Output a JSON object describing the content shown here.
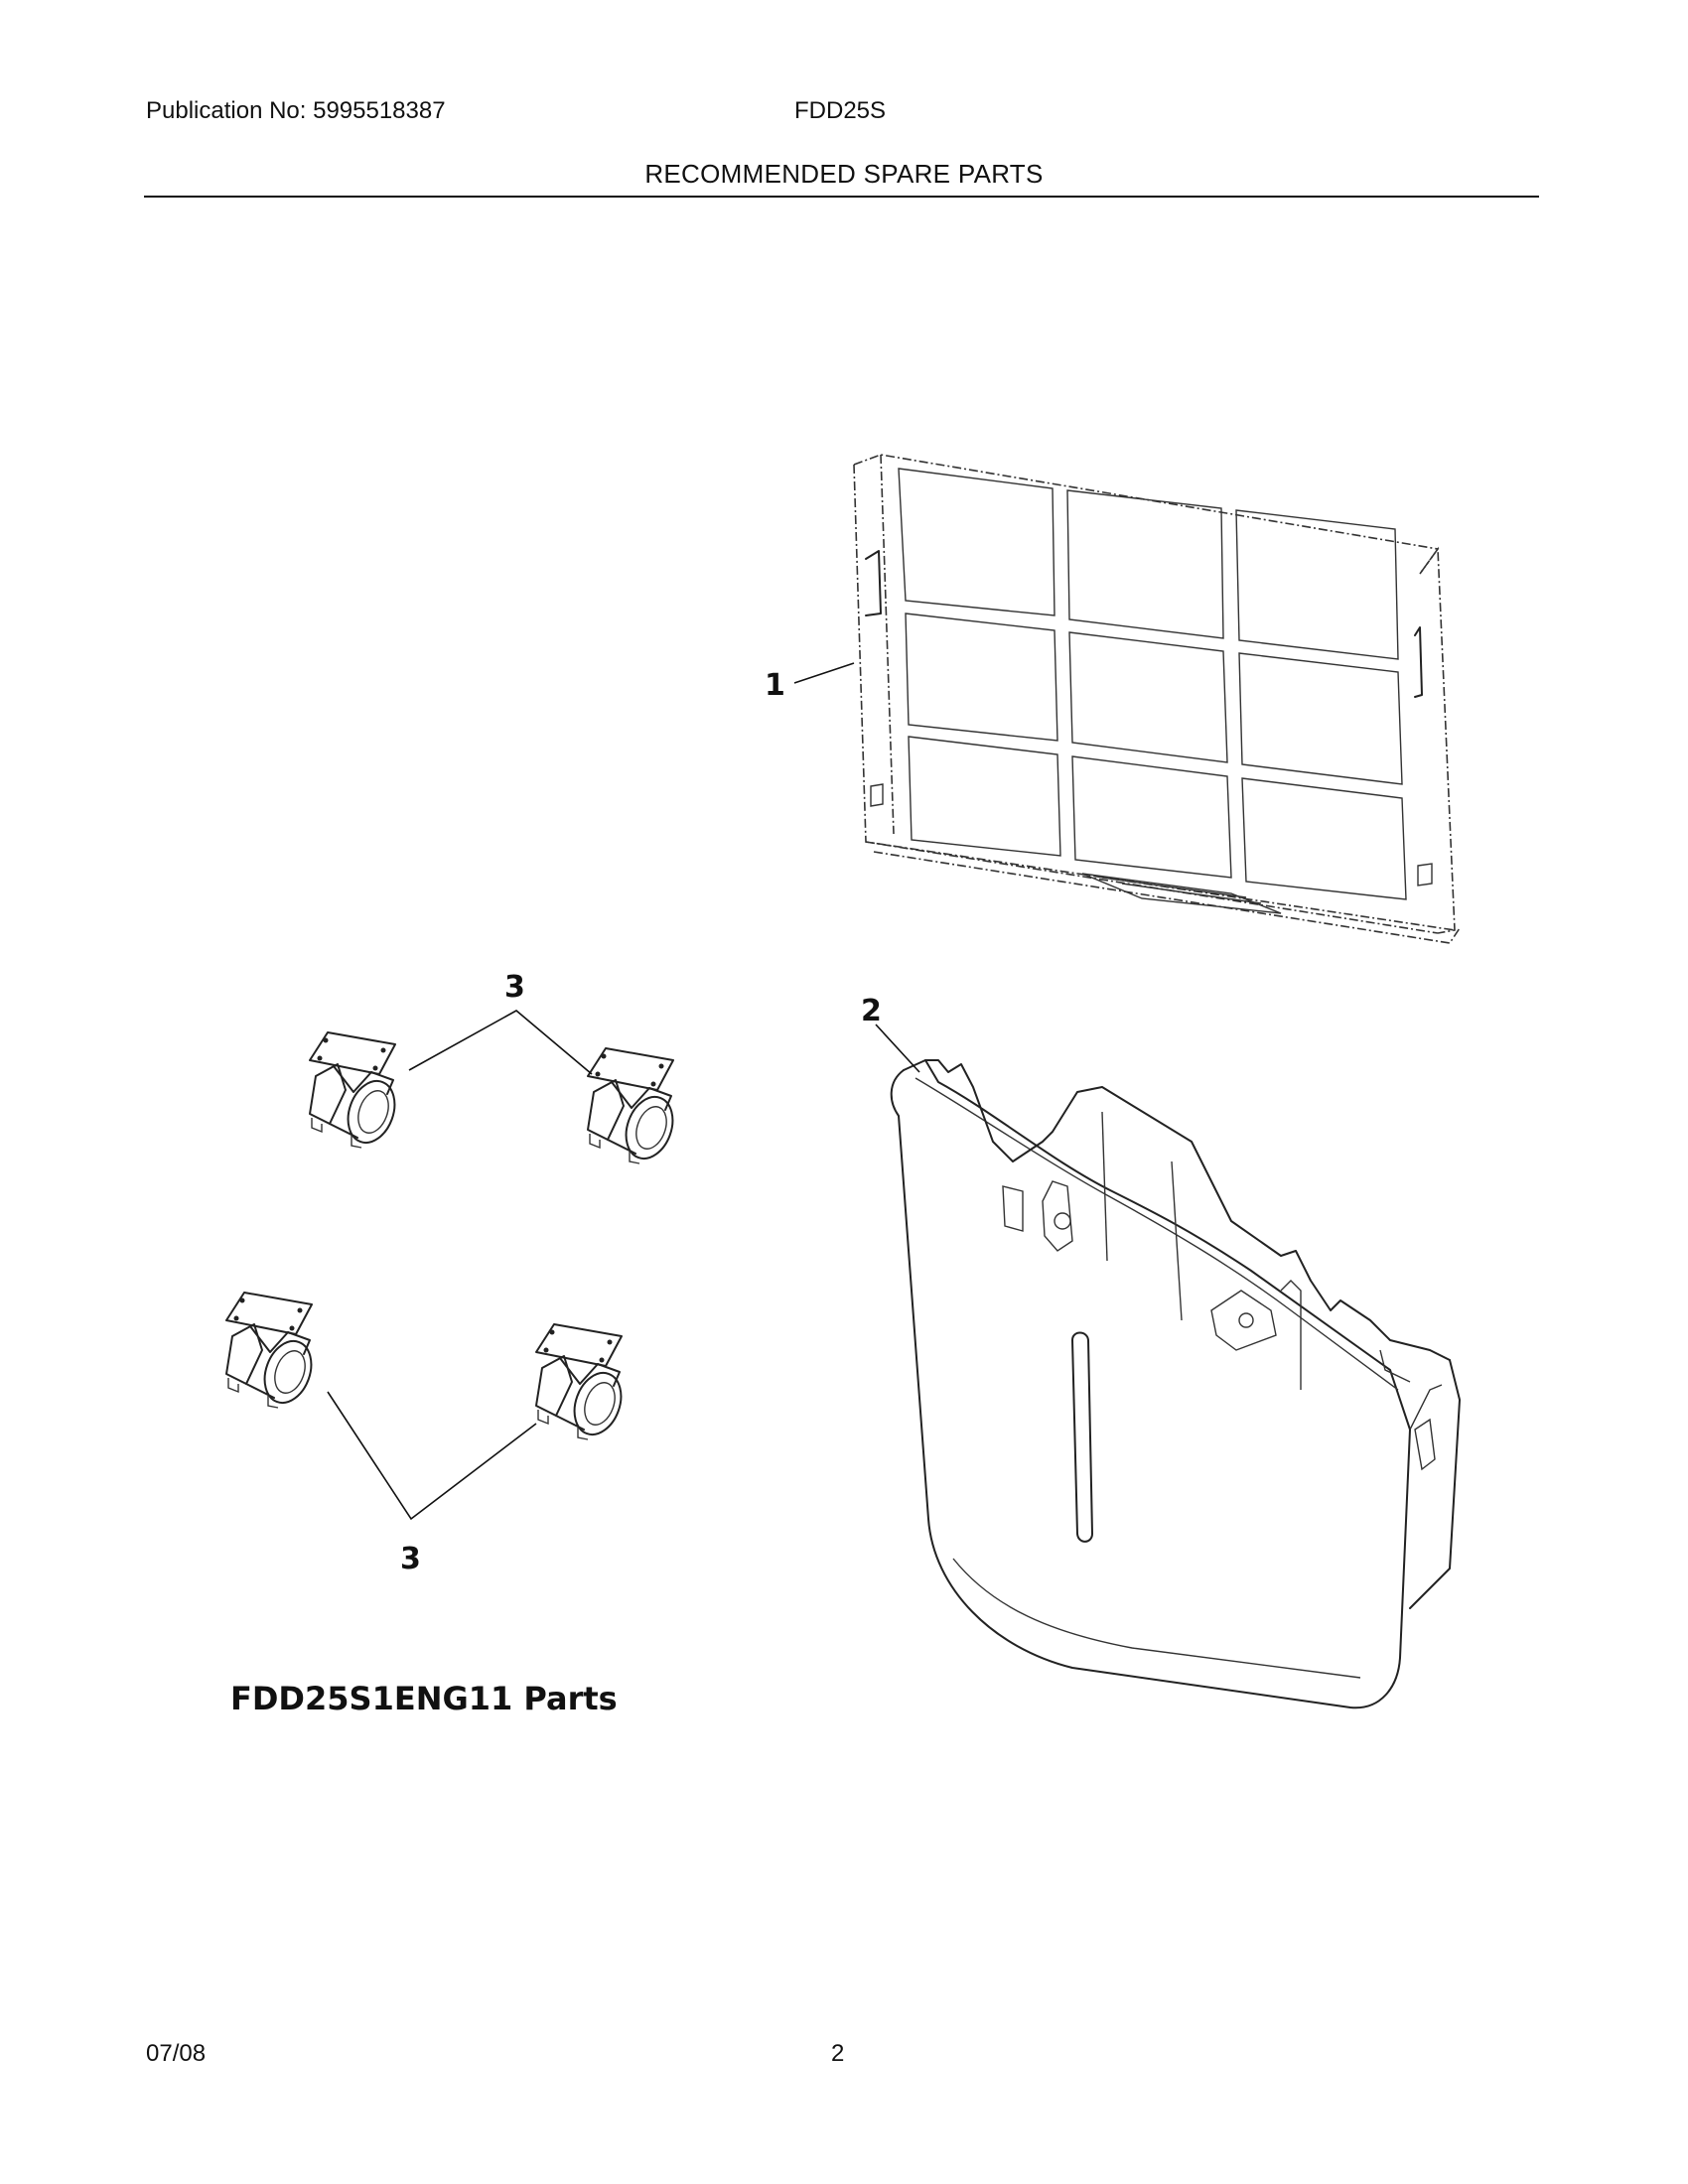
{
  "header": {
    "publication": "Publication No: 5995518387",
    "model": "FDD25S",
    "section_title": "RECOMMENDED SPARE PARTS"
  },
  "diagram": {
    "title": "FDD25S1ENG11 Parts",
    "callouts": {
      "filter": "1",
      "bucket": "2",
      "casters_top": "3",
      "casters_bottom": "3"
    }
  },
  "footer": {
    "date": "07/08",
    "page": "2"
  }
}
